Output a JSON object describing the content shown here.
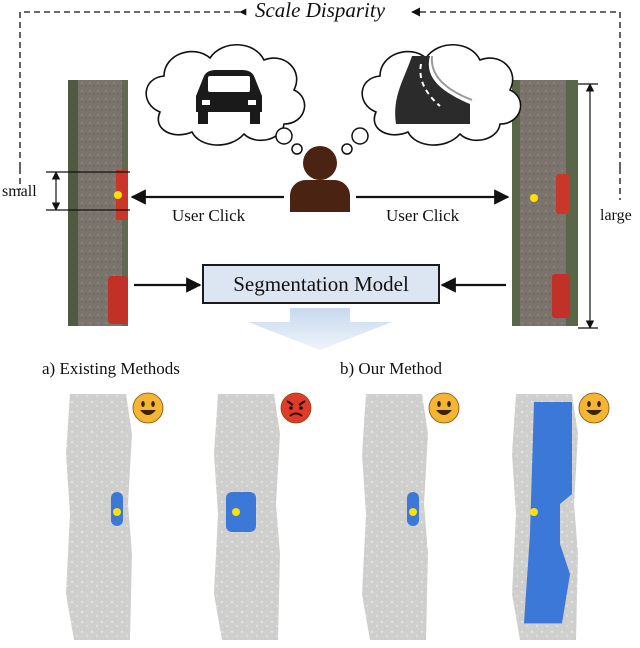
{
  "figure": {
    "title": "Scale Disparity",
    "left_click_label": "User Click",
    "right_click_label": "User Click",
    "small_label": "small",
    "large_label": "large",
    "model_label": "Segmentation Model",
    "section_a": "a) Existing Methods",
    "section_b": "b) Our Method"
  },
  "results": [
    {
      "section": "existing",
      "target": "car",
      "mask_fraction": 0.1,
      "emoji": "happy"
    },
    {
      "section": "existing",
      "target": "road",
      "mask_fraction": 0.15,
      "emoji": "angry"
    },
    {
      "section": "ours",
      "target": "car",
      "mask_fraction": 0.1,
      "emoji": "happy"
    },
    {
      "section": "ours",
      "target": "road",
      "mask_fraction": 0.9,
      "emoji": "happy"
    }
  ],
  "colors": {
    "mask": "#3b78d8",
    "click": "#ffe100",
    "model_box": "#dce6f2",
    "person": "#4a2312",
    "ground": "#cfcfcd",
    "angry": "#e03a2a",
    "happy": "#f4b632"
  },
  "icons": [
    "car-icon",
    "road-icon",
    "person-icon",
    "happy-face-icon",
    "angry-face-icon"
  ]
}
